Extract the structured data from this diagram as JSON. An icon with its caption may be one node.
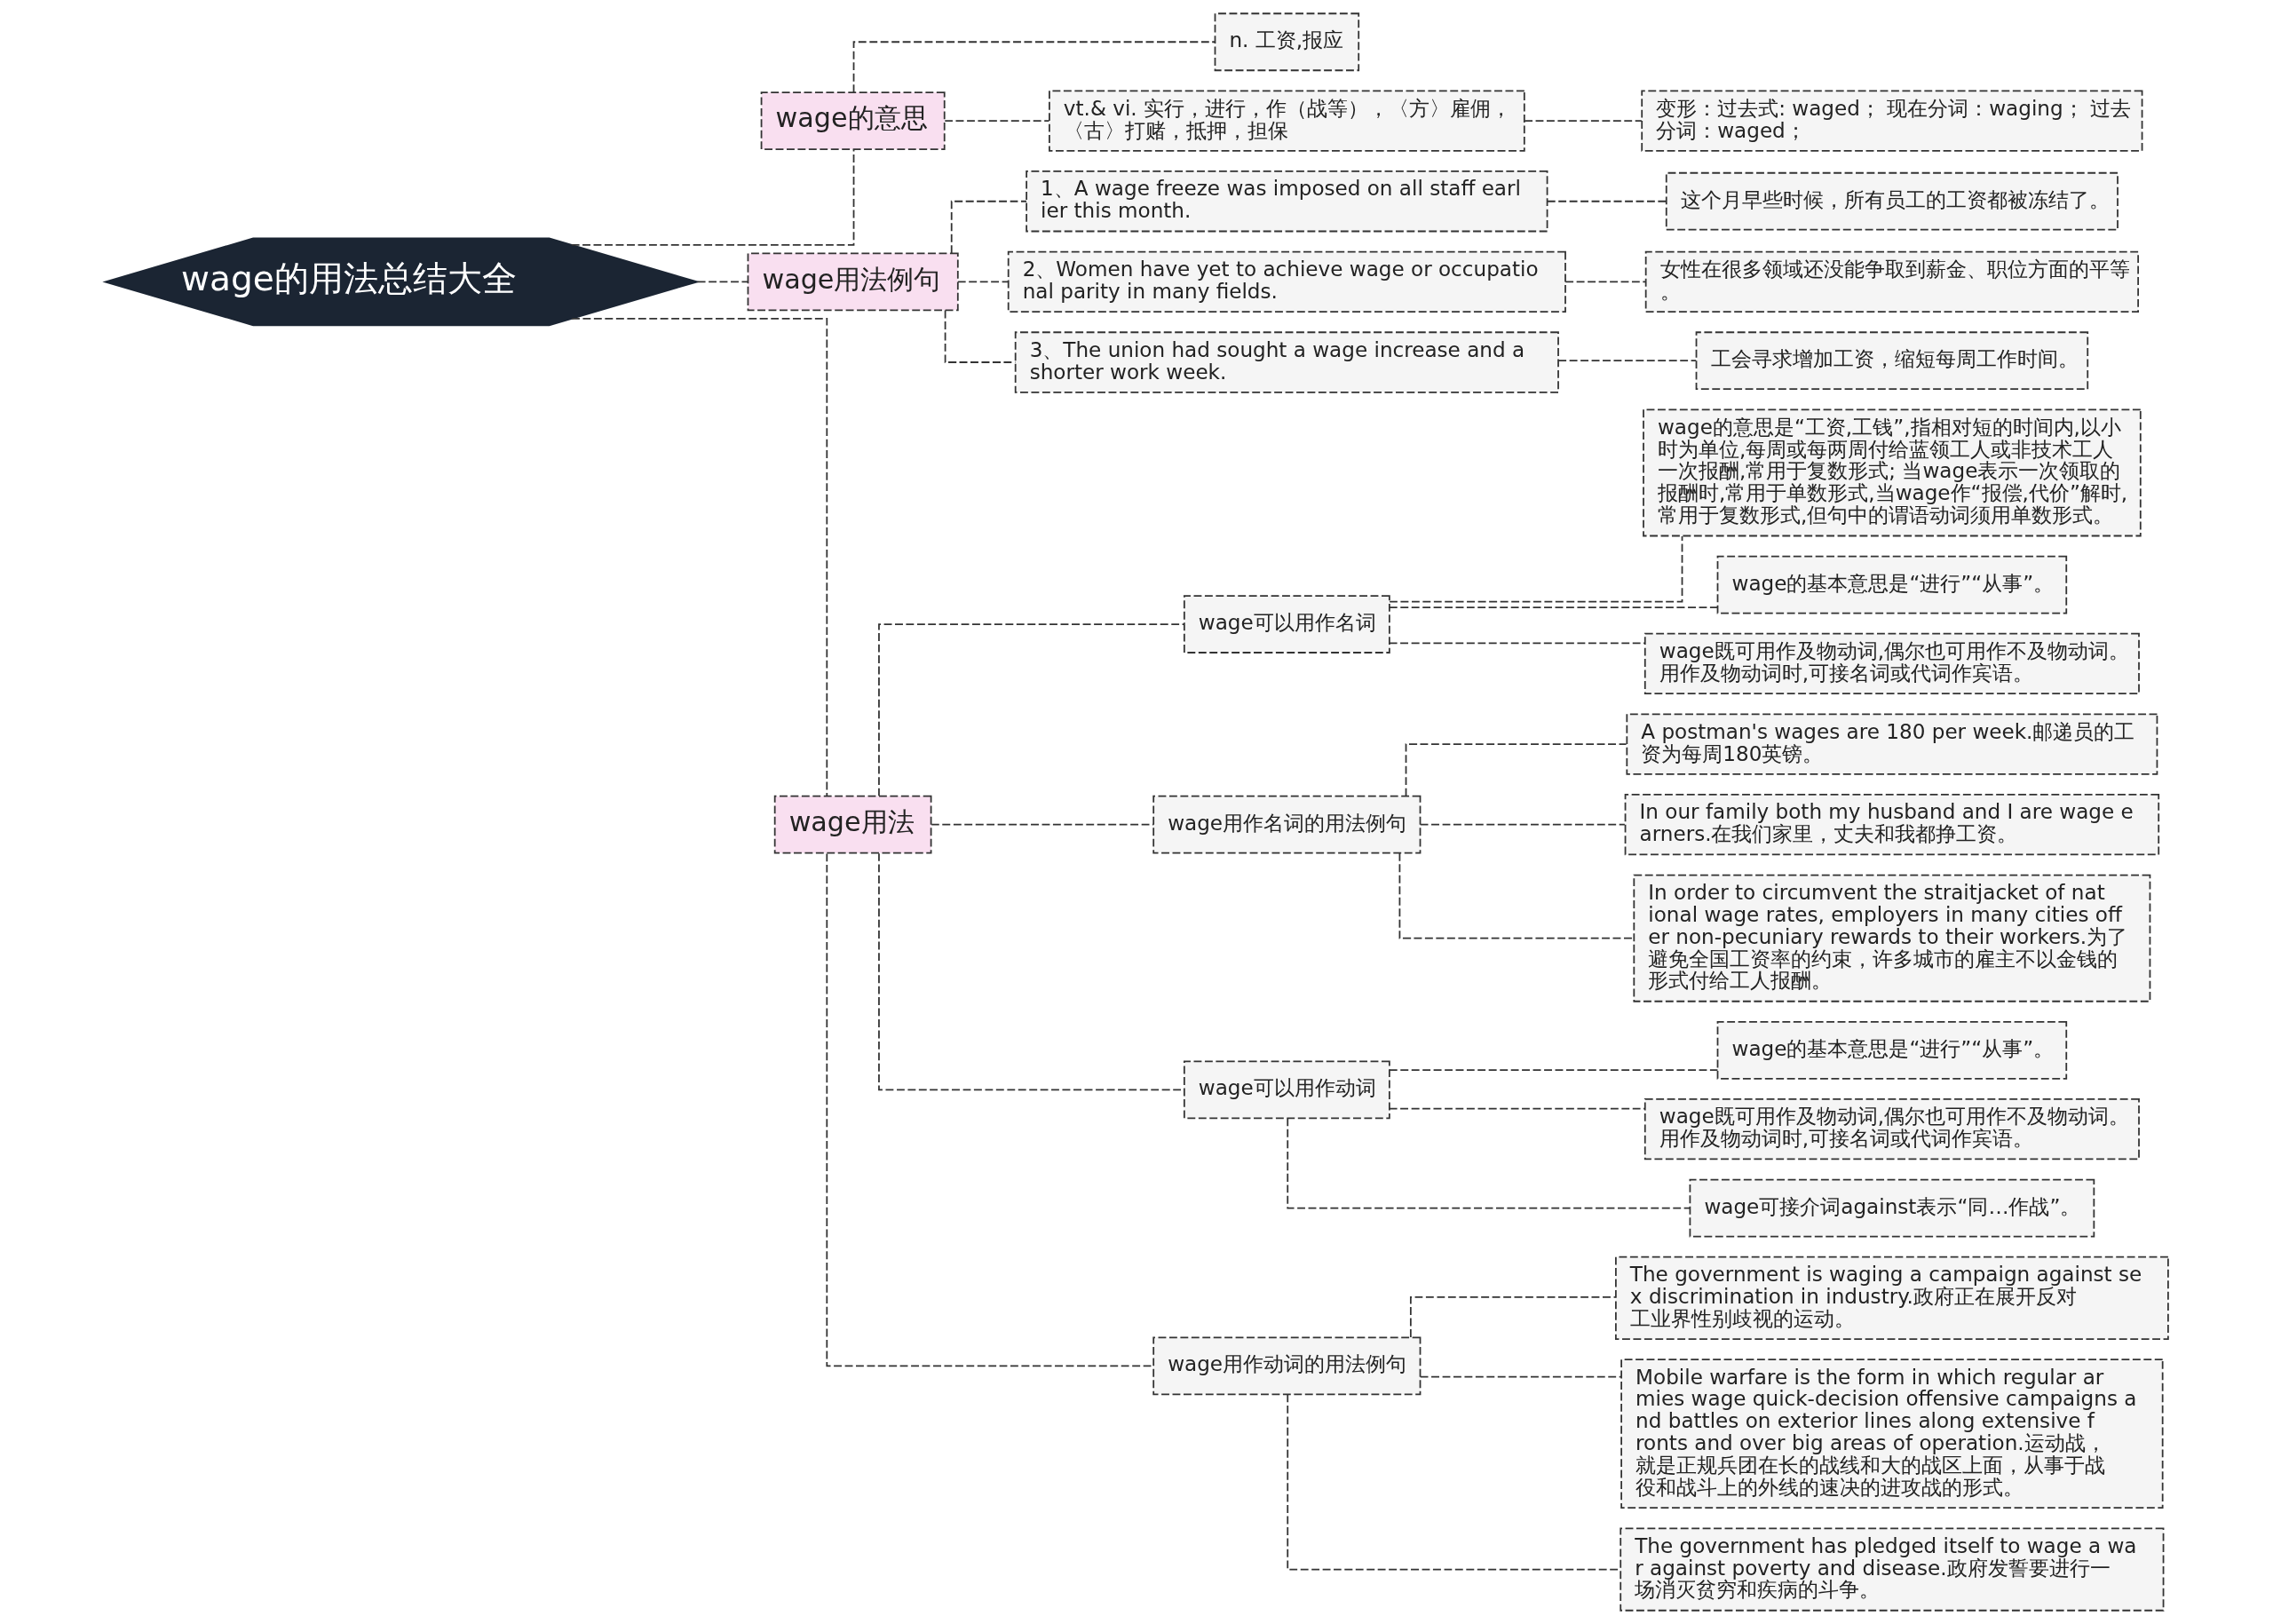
{
  "diagram": {
    "nodes": [
      {
        "text": [
          "wage的用法总结大全"
        ]
      },
      {
        "text": [
          "wage的意思"
        ]
      },
      {
        "text": [
          "n. 工资,报应"
        ]
      },
      {
        "text": [
          "vt.& vi. 实行，进行，作（战等），〈方〉雇佣，〈古〉打赌，抵押，担保"
        ]
      },
      {
        "text": [
          "变形：过去式: waged； 现在分词：waging； 过去分词：waged；"
        ]
      },
      {
        "text": [
          "wage用法例句"
        ]
      },
      {
        "text": [
          "1、A wage freeze was imposed on all staff earlier this month."
        ]
      },
      {
        "text": [
          "这个月早些时候，所有员工的工资都被冻结了。"
        ]
      },
      {
        "text": [
          "2、Women have yet to achieve wage or occupational parity in many fields."
        ]
      },
      {
        "text": [
          "女性在很多领域还没能争取到薪金、职位方面的平等。"
        ]
      },
      {
        "text": [
          "3、The union had sought a wage increase and a shorter work week."
        ]
      },
      {
        "text": [
          "工会寻求增加工资，缩短每周工作时间。"
        ]
      },
      {
        "text": [
          "wage用法"
        ]
      },
      {
        "text": [
          "wage可以用作名词"
        ]
      },
      {
        "text": [
          "wage的意思是“工资,工钱”,指相对短的时间内,以小时为单位,每周或每两周付给蓝领工人或非技术工人一次报酬,常用于复数形式; 当wage表示一次领取的报酬时,常用于单数形式,当wage作“报偿,代价”解时,常用于复数形式,但句中的谓语动词须用单数形式。"
        ]
      },
      {
        "text": [
          "wage的基本意思是“进行”“从事”。"
        ]
      },
      {
        "text": [
          "wage既可用作及物动词,偶尔也可用作不及物动词。用作及物动词时,可接名词或代词作宾语。"
        ]
      },
      {
        "text": [
          "wage用作名词的用法例句"
        ]
      },
      {
        "text": [
          "A postman's wages are 180 per week.邮递员的工资为每周180英镑。"
        ]
      },
      {
        "text": [
          "In our family both my husband and I are wage earners.在我们家里，丈夫和我都挣工资。"
        ]
      },
      {
        "text": [
          "In order to circumvent the straitjacket of national wage rates, employers in many cities offer non-pecuniary rewards to their workers.为了避免全国工资率的约束，许多城市的雇主不以金钱的形式付给工人报酬。"
        ]
      },
      {
        "text": [
          "wage可以用作动词"
        ]
      },
      {
        "text": [
          "wage的基本意思是“进行”“从事”。"
        ]
      },
      {
        "text": [
          "wage既可用作及物动词,偶尔也可用作不及物动词。用作及物动词时,可接名词或代词作宾语。"
        ]
      },
      {
        "text": [
          "wage可接介词against表示“同…作战”。"
        ]
      },
      {
        "text": [
          "wage用作动词的用法例句"
        ]
      },
      {
        "text": [
          "The government is waging a campaign against sex discrimination in industry.政府正在展开反对工业界性别歧视的运动。"
        ]
      },
      {
        "text": [
          "Mobile warfare is the form in which regular armies wage quick-decision offensive campaigns and battles on exterior lines along extensive fronts and over big areas of operation.运动战，就是正规兵团在长的战线和大的战区上面，从事于战役和战斗上的外线的速决的进攻战的形式。"
        ]
      },
      {
        "text": [
          "The government has pledged itself to wage a war against poverty and disease.政府发誓要进行一场消灭贫穷和疾病的斗争。"
        ]
      }
    ],
    "edges": [
      {
        "from": 0,
        "to": 1,
        "arrow": "none",
        "style": "dashed"
      },
      {
        "from": 1,
        "to": 2,
        "arrow": "none",
        "style": "dashed"
      },
      {
        "from": 1,
        "to": 3,
        "arrow": "none",
        "style": "dashed"
      },
      {
        "from": 3,
        "to": 4,
        "arrow": "none",
        "style": "dashed"
      },
      {
        "from": 0,
        "to": 5,
        "arrow": "none",
        "style": "dashed"
      },
      {
        "from": 5,
        "to": 6,
        "arrow": "none",
        "style": "dashed"
      },
      {
        "from": 6,
        "to": 7,
        "arrow": "none",
        "style": "dashed"
      },
      {
        "from": 5,
        "to": 8,
        "arrow": "none",
        "style": "dashed"
      },
      {
        "from": 8,
        "to": 9,
        "arrow": "none",
        "style": "dashed"
      },
      {
        "from": 5,
        "to": 10,
        "arrow": "none",
        "style": "dashed"
      },
      {
        "from": 10,
        "to": 11,
        "arrow": "none",
        "style": "dashed"
      },
      {
        "from": 0,
        "to": 12,
        "arrow": "none",
        "style": "dashed"
      },
      {
        "from": 12,
        "to": 13,
        "arrow": "none",
        "style": "dashed"
      },
      {
        "from": 13,
        "to": 14,
        "arrow": "none",
        "style": "dashed"
      },
      {
        "from": 13,
        "to": 15,
        "arrow": "none",
        "style": "dashed"
      },
      {
        "from": 13,
        "to": 16,
        "arrow": "none",
        "style": "dashed"
      },
      {
        "from": 12,
        "to": 17,
        "arrow": "none",
        "style": "dashed"
      },
      {
        "from": 17,
        "to": 18,
        "arrow": "none",
        "style": "dashed"
      },
      {
        "from": 17,
        "to": 19,
        "arrow": "none",
        "style": "dashed"
      },
      {
        "from": 17,
        "to": 20,
        "arrow": "none",
        "style": "dashed"
      },
      {
        "from": 12,
        "to": 21,
        "arrow": "none",
        "style": "dashed"
      },
      {
        "from": 21,
        "to": 22,
        "arrow": "none",
        "style": "dashed"
      },
      {
        "from": 21,
        "to": 23,
        "arrow": "none",
        "style": "dashed"
      },
      {
        "from": 21,
        "to": 24,
        "arrow": "none",
        "style": "dashed"
      },
      {
        "from": 12,
        "to": 25,
        "arrow": "none",
        "style": "dashed"
      },
      {
        "from": 25,
        "to": 26,
        "arrow": "none",
        "style": "dashed"
      },
      {
        "from": 25,
        "to": 27,
        "arrow": "none",
        "style": "dashed"
      },
      {
        "from": 25,
        "to": 28,
        "arrow": "none",
        "style": "dashed"
      }
    ]
  }
}
